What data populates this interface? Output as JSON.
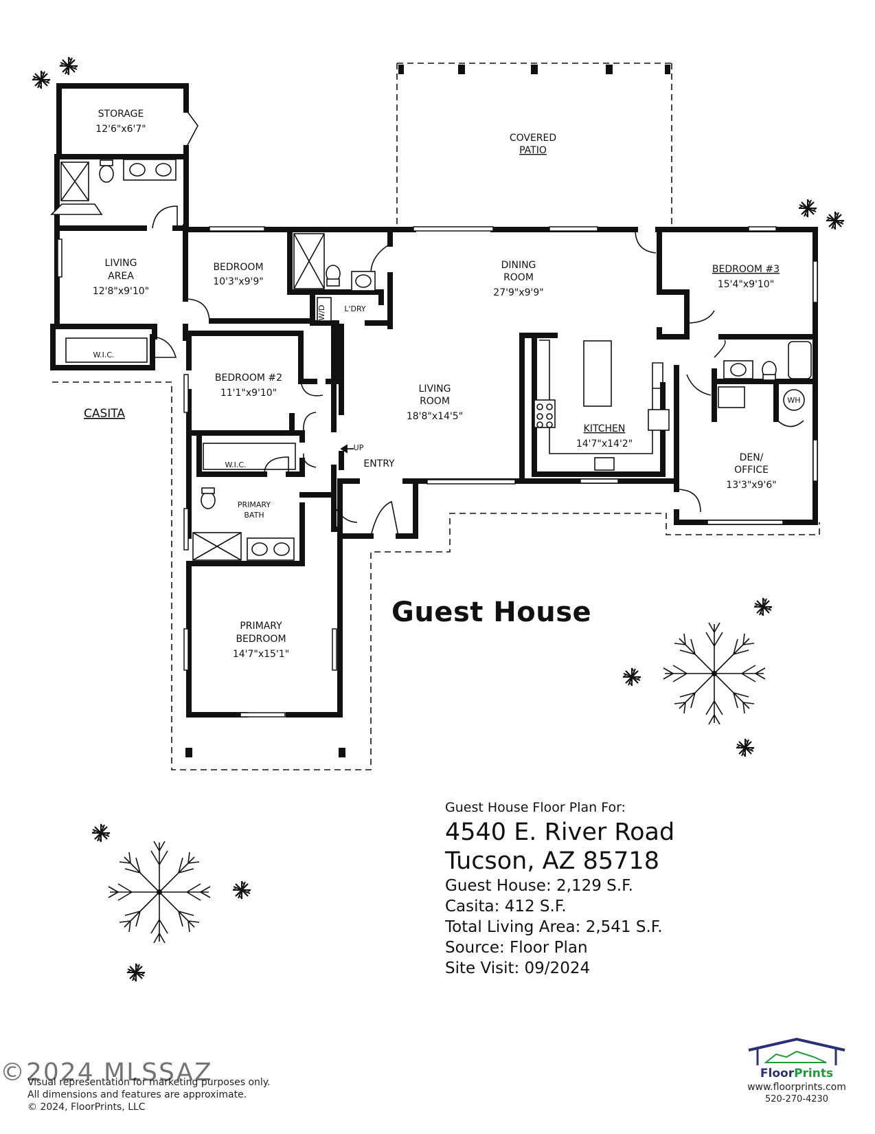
{
  "rooms": {
    "storage": {
      "name": "STORAGE",
      "dim": "12'6\"x6'7\""
    },
    "covered_patio": {
      "line1": "COVERED",
      "line2": "PATIO"
    },
    "living_area": {
      "line1": "LIVING",
      "line2": "AREA",
      "dim": "12'8\"x9'10\""
    },
    "bedroom": {
      "name": "BEDROOM",
      "dim": "10'3\"x9'9\""
    },
    "laundry": {
      "wd": "W/D",
      "name": "L'DRY"
    },
    "dining_room": {
      "line1": "DINING",
      "line2": "ROOM",
      "dim": "27'9\"x9'9\""
    },
    "bedroom3": {
      "name": "BEDROOM #3",
      "dim": "15'4\"x9'10\""
    },
    "wic_casita": {
      "name": "W.I.C."
    },
    "casita": {
      "name": "CASITA"
    },
    "bedroom2": {
      "name": "BEDROOM #2",
      "dim": "11'1\"x9'10\""
    },
    "living_room": {
      "line1": "LIVING",
      "line2": "ROOM",
      "dim": "18'8\"x14'5\""
    },
    "wh": {
      "name": "WH"
    },
    "kitchen": {
      "name": "KITCHEN",
      "dim": "14'7\"x14'2\""
    },
    "wic_primary": {
      "name": "W.I.C."
    },
    "up": {
      "name": "UP"
    },
    "entry": {
      "name": "ENTRY"
    },
    "den_office": {
      "line1": "DEN/",
      "line2": "OFFICE",
      "dim": "13'3\"x9'6\""
    },
    "primary_bath": {
      "line1": "PRIMARY",
      "line2": "BATH"
    },
    "primary_bedroom": {
      "line1": "PRIMARY",
      "line2": "BEDROOM",
      "dim": "14'7\"x15'1\""
    }
  },
  "plan_title": "Guest House",
  "info": {
    "intro": "Guest House Floor Plan For:",
    "address_line1": "4540 E. River Road",
    "address_line2": "Tucson, AZ  85718",
    "guest_house": "Guest House:  2,129 S.F.",
    "casita": "Casita:  412 S.F.",
    "total": "Total Living Area:  2,541 S.F.",
    "source": "Source:  Floor Plan",
    "site_visit": "Site Visit:  09/2024"
  },
  "disclaimer": {
    "line1": "Visual representation for marketing purposes only.",
    "line2": "All dimensions and features are approximate.",
    "line3": "© 2024, FloorPrints, LLC"
  },
  "watermark": "©2024 MLSSAZ",
  "logo": {
    "brand_part1": "Floor",
    "brand_part2": "Prints",
    "url": "www.floorprints.com",
    "phone": "520-270-4230",
    "house_icon": "house-outline-icon",
    "color_navy": "#2a2f7a",
    "color_green": "#1f9a3a"
  },
  "colors": {
    "wall": "#111111",
    "background": "#ffffff"
  }
}
